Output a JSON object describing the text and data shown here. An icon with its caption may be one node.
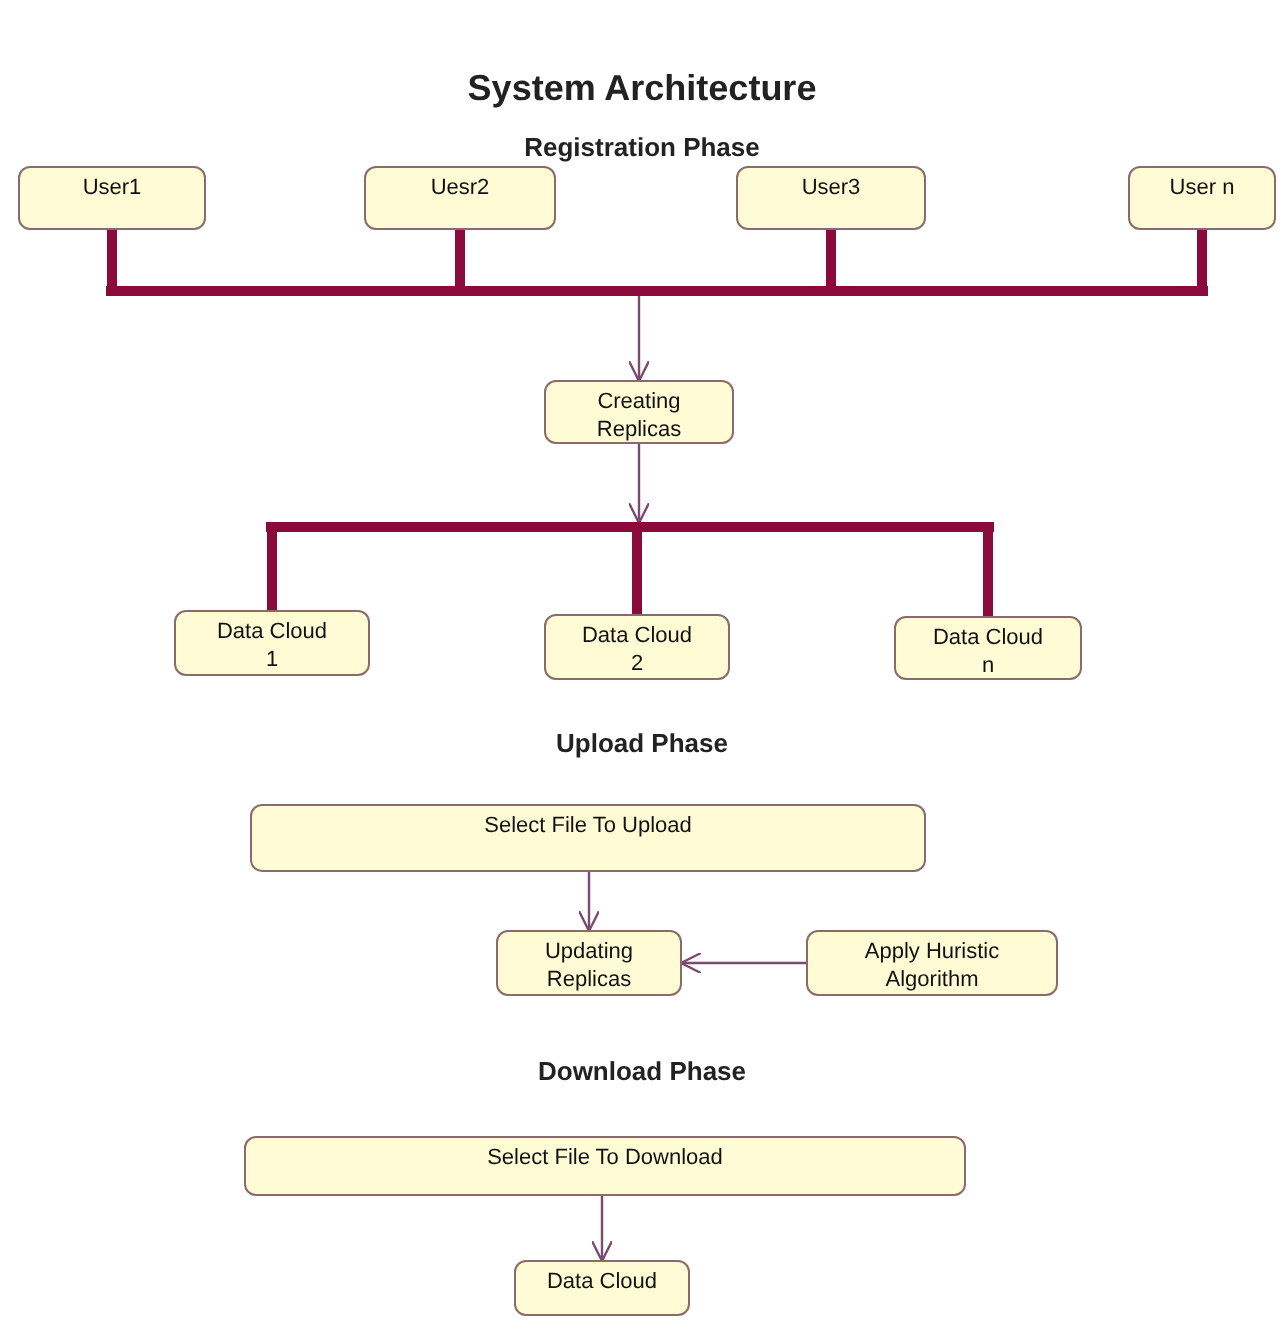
{
  "diagram": {
    "title": "System Architecture",
    "nodes": [
      {
        "text": [
          "User1"
        ]
      },
      {
        "text": [
          "Uesr2"
        ]
      },
      {
        "text": [
          "User3"
        ]
      },
      {
        "text": [
          "User n"
        ]
      },
      {
        "text": [],
        "shape": "bar"
      },
      {
        "text": [
          "Creating Replicas"
        ]
      },
      {
        "text": [],
        "shape": "bar"
      },
      {
        "text": [
          "Data Cloud 1"
        ]
      },
      {
        "text": [
          "Data Cloud 2"
        ]
      },
      {
        "text": [
          "Data Cloud n"
        ]
      },
      {
        "text": [
          "Select File To Upload"
        ]
      },
      {
        "text": [
          "Updating Replicas"
        ]
      },
      {
        "text": [
          "Apply Huristic Algorithm"
        ]
      },
      {
        "text": [
          "Select File To Download"
        ]
      },
      {
        "text": [
          "Data Cloud"
        ]
      }
    ],
    "edges": [
      {
        "from": 0,
        "to": 4,
        "arrow": "none"
      },
      {
        "from": 1,
        "to": 4,
        "arrow": "none"
      },
      {
        "from": 2,
        "to": 4,
        "arrow": "none"
      },
      {
        "from": 3,
        "to": 4,
        "arrow": "none"
      },
      {
        "from": 4,
        "to": 5,
        "arrow": "to",
        "color": "#7b4a72"
      },
      {
        "from": 5,
        "to": 6,
        "arrow": "to",
        "color": "#7b4a72"
      },
      {
        "from": 6,
        "to": 7,
        "arrow": "none"
      },
      {
        "from": 6,
        "to": 8,
        "arrow": "none"
      },
      {
        "from": 6,
        "to": 9,
        "arrow": "none"
      },
      {
        "from": 10,
        "to": 11,
        "arrow": "to",
        "color": "#7b4a72"
      },
      {
        "from": 12,
        "to": 11,
        "arrow": "to",
        "color": "#7b4a72"
      },
      {
        "from": 13,
        "to": 14,
        "arrow": "to",
        "color": "#7b4a72"
      }
    ],
    "labels": [
      "Registration Phase",
      "Upload Phase",
      "Download Phase"
    ]
  }
}
